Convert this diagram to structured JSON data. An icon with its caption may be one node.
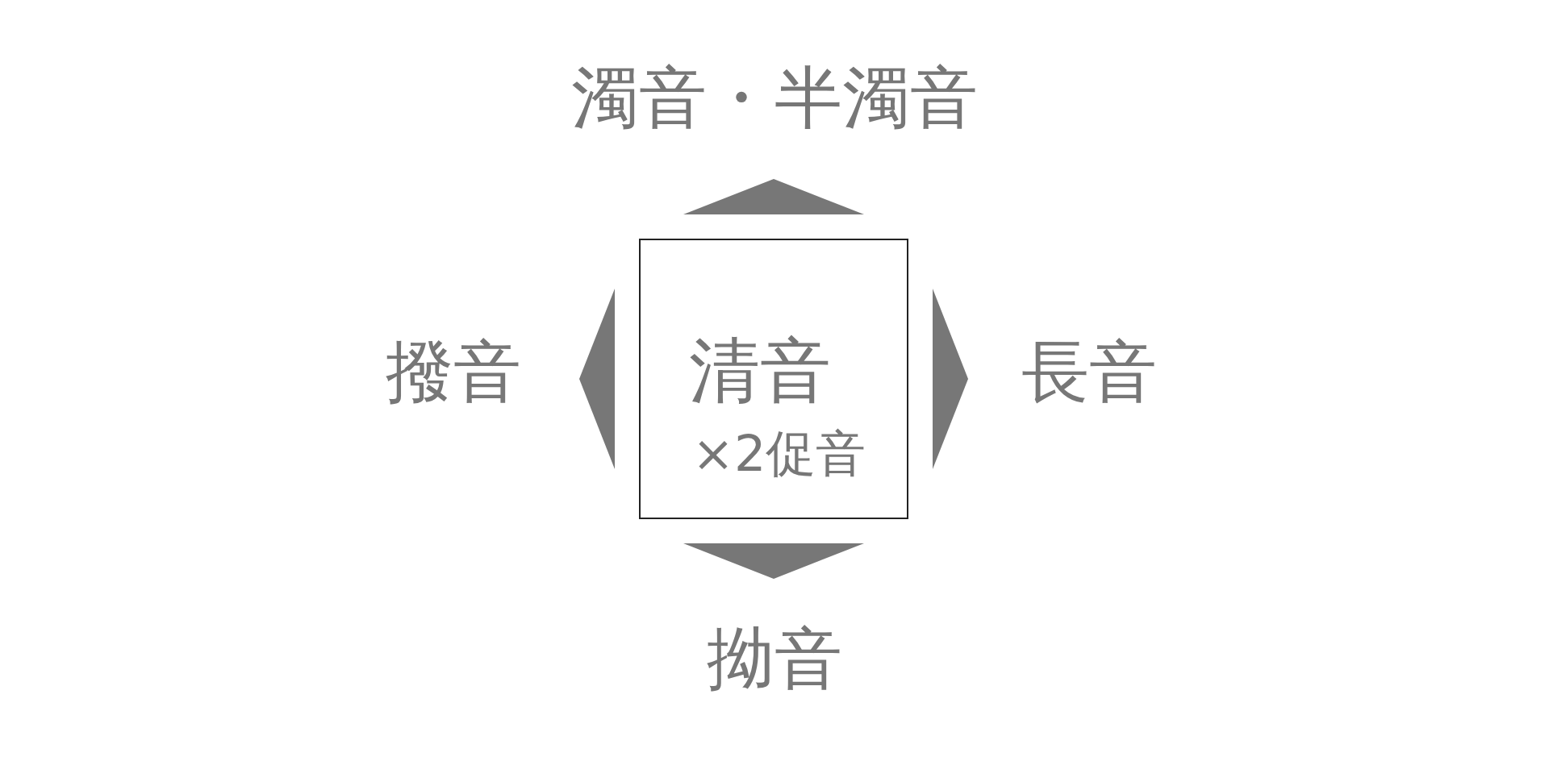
{
  "diagram": {
    "nodes": [
      {
        "text": [
          "清音",
          "×2促音"
        ]
      },
      {
        "text": [
          "濁音・半濁音"
        ]
      },
      {
        "text": [
          "撥音"
        ]
      },
      {
        "text": [
          "長音"
        ]
      },
      {
        "text": [
          "拗音"
        ]
      }
    ],
    "edges": [
      {
        "from": 0,
        "to": 1,
        "arrow": "to"
      },
      {
        "from": 0,
        "to": 2,
        "arrow": "to"
      },
      {
        "from": 0,
        "to": 3,
        "arrow": "to"
      },
      {
        "from": 0,
        "to": 4,
        "arrow": "to"
      }
    ]
  }
}
